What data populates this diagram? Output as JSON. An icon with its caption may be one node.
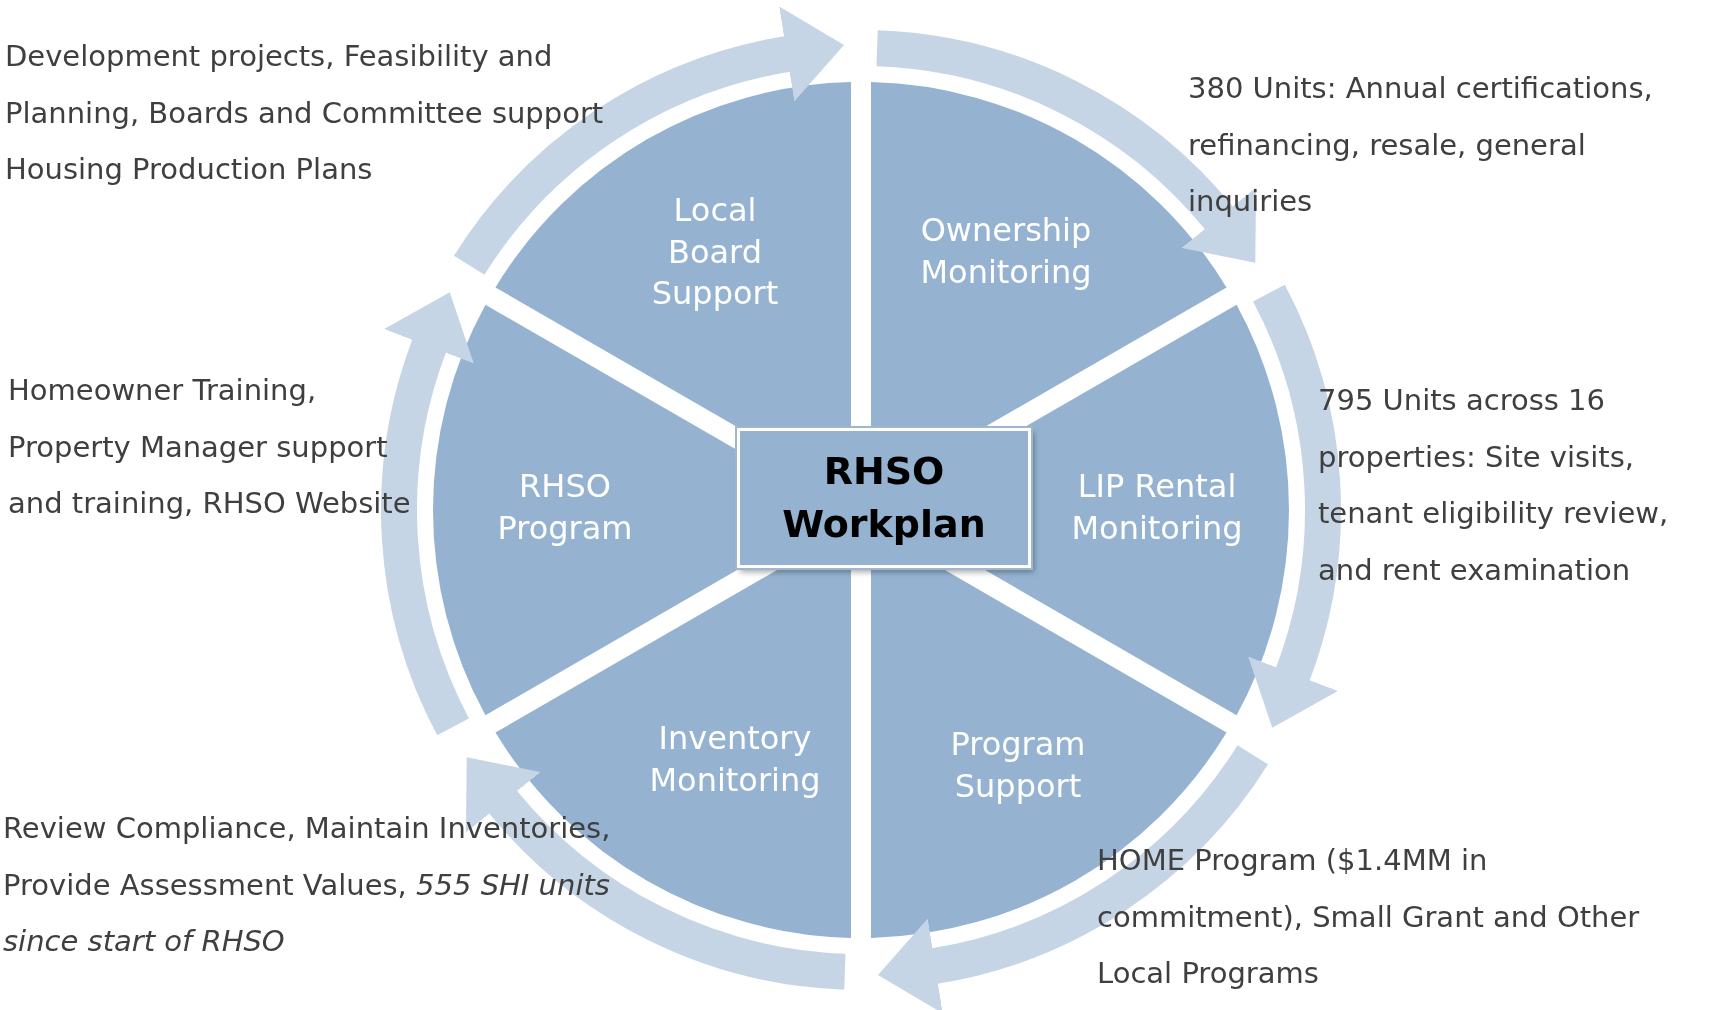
{
  "diagram": {
    "nodes": [
      {
        "text": [
          "RHSO Workplan"
        ]
      },
      {
        "text": [
          "Local Board Support"
        ],
        "beside": [
          "Development projects, Feasibility and Planning, Boards and Committee support Housing Production Plans"
        ]
      },
      {
        "text": [
          "Ownership Monitoring"
        ],
        "beside": [
          "380 Units:  Annual certifications, refinancing, resale, general inquiries"
        ]
      },
      {
        "text": [
          "LIP Rental Monitoring"
        ],
        "beside": [
          "795 Units across 16 properties: Site visits, tenant eligibility review, and rent examination"
        ]
      },
      {
        "text": [
          "Program Support"
        ],
        "beside": [
          "HOME Program ($1.4MM in commitment), Small Grant and Other Local Programs"
        ]
      },
      {
        "text": [
          "Inventory Monitoring"
        ],
        "beside": [
          "Review Compliance, Maintain Inventories, Provide Assessment Values, *555 SHI units since start of RHSO*"
        ]
      },
      {
        "text": [
          "RHSO Program"
        ],
        "beside": [
          "Homeowner Training, Property Manager support and training, RHSO Website"
        ]
      }
    ]
  }
}
